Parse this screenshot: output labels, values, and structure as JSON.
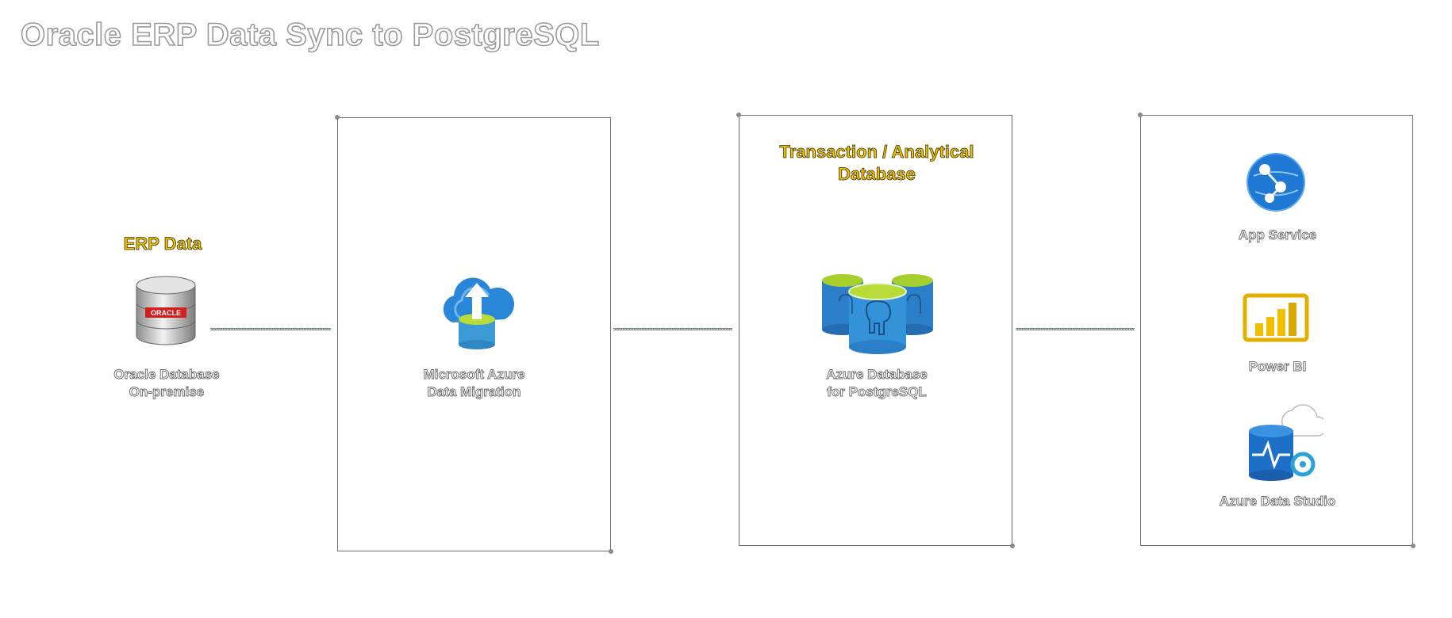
{
  "title": "Oracle ERP Data Sync to PostgreSQL",
  "source": {
    "header": "ERP Data",
    "caption_line1": "Oracle Database",
    "caption_line2": "On-premise",
    "badge": "ORACLE"
  },
  "ingest": {
    "caption_line1": "Microsoft Azure",
    "caption_line2": "Data Migration"
  },
  "database": {
    "header_line1": "Transaction / Analytical",
    "header_line2": "Database",
    "caption_line1": "Azure Database",
    "caption_line2": "for PostgreSQL"
  },
  "consumers": {
    "items": [
      {
        "label": "App Service",
        "icon": "app-service-icon"
      },
      {
        "label": "Power BI",
        "icon": "power-bi-icon"
      },
      {
        "label": "Azure Data Studio",
        "icon": "azure-data-studio-icon"
      }
    ]
  },
  "colors": {
    "header": "#f2c200",
    "azure_blue": "#1a73c8",
    "postgres_green": "#9ccc2a",
    "powerbi_yellow": "#f0c000"
  }
}
